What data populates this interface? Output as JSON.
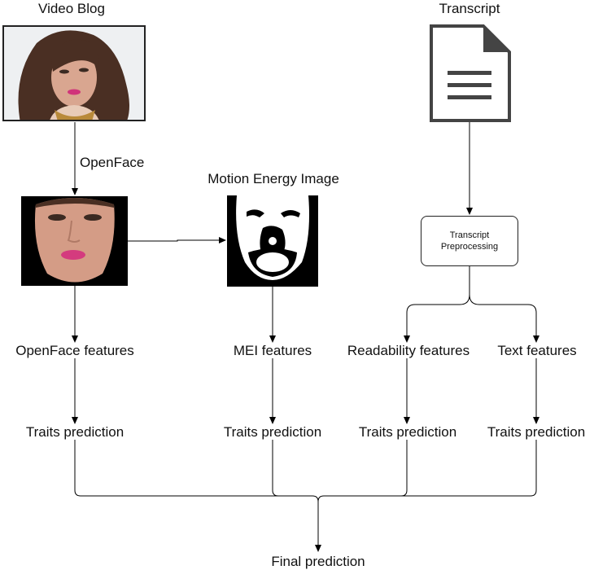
{
  "nodes": {
    "video_blog": "Video Blog",
    "transcript": "Transcript",
    "openface_step": "OpenFace",
    "mei_title": "Motion Energy Image",
    "preprocess_line1": "Transcript",
    "preprocess_line2": "Preprocessing",
    "openface_features": "OpenFace features",
    "mei_features": "MEI features",
    "readability_features": "Readability features",
    "text_features": "Text features",
    "traits_1": "Traits prediction",
    "traits_2": "Traits prediction",
    "traits_3": "Traits prediction",
    "traits_4": "Traits prediction",
    "final": "Final prediction"
  },
  "icons": {
    "video_thumbnail": "video-frame-photo",
    "face_crop": "cropped-face-photo",
    "mei": "motion-energy-image",
    "document": "document-icon"
  }
}
